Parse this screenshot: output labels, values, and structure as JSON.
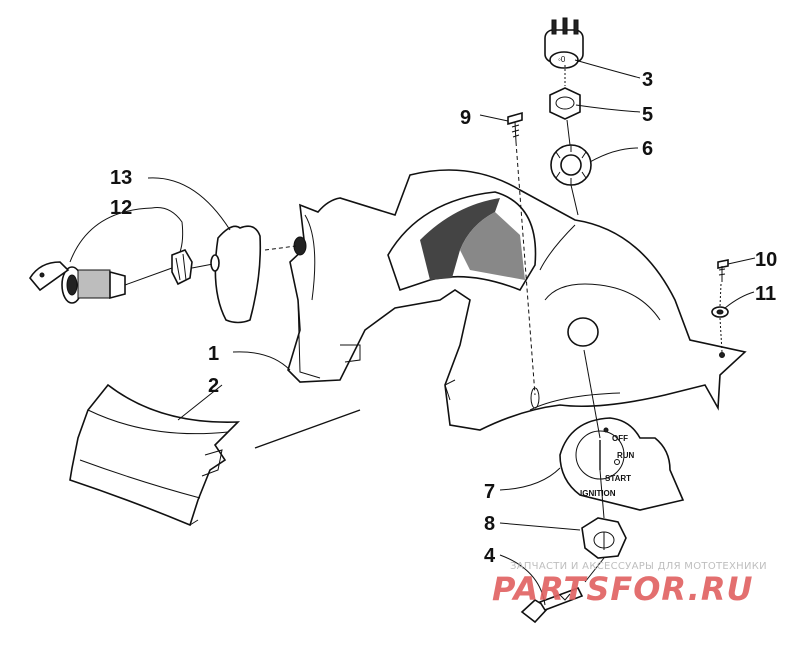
{
  "callouts": [
    {
      "id": "1",
      "label": "1"
    },
    {
      "id": "2",
      "label": "2"
    },
    {
      "id": "3",
      "label": "3"
    },
    {
      "id": "4",
      "label": "4"
    },
    {
      "id": "5",
      "label": "5"
    },
    {
      "id": "6",
      "label": "6"
    },
    {
      "id": "7",
      "label": "7"
    },
    {
      "id": "8",
      "label": "8"
    },
    {
      "id": "9",
      "label": "9"
    },
    {
      "id": "10",
      "label": "10"
    },
    {
      "id": "11",
      "label": "11"
    },
    {
      "id": "12",
      "label": "12"
    },
    {
      "id": "13",
      "label": "13"
    }
  ],
  "ignition_plate": {
    "off": "OFF",
    "run": "RUN",
    "start": "START",
    "ignition": "IGNITION"
  },
  "watermark": {
    "caption": "ЗАПЧАСТИ И АКСЕССУАРЫ ДЛЯ МОТОТЕХНИКИ",
    "logo": "PARTSFOR.RU",
    "color": "#e06060"
  }
}
